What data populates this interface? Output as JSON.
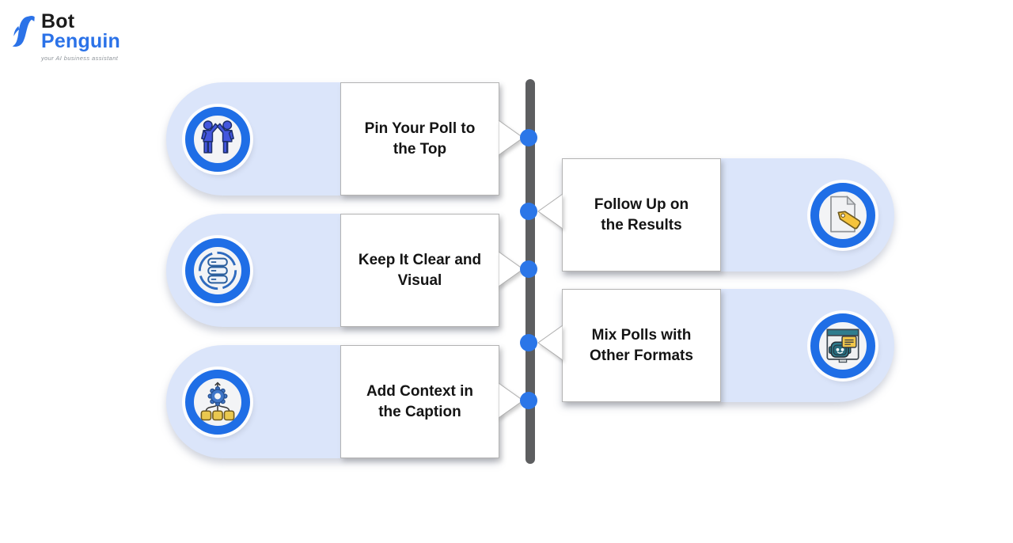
{
  "logo": {
    "bot": "Bot",
    "penguin": "Penguin",
    "tagline": "your AI business assistant",
    "icon": "penguin-icon"
  },
  "colors": {
    "accent_blue": "#1f6ee6",
    "dot_blue": "#2b76e8",
    "pill_blue": "#dbe5fa",
    "timeline_bar_gray": "#5d5e60",
    "logo_blue": "#2b72e8",
    "tag_yellow": "#f0c64a",
    "title_ink": "#141414"
  },
  "timeline": {
    "orientation": "vertical",
    "items": [
      {
        "order": 1,
        "side": "left",
        "title": "Pin Your Poll to\nthe Top",
        "icon": "high-five-people-icon"
      },
      {
        "order": 2,
        "side": "right",
        "title": "Follow Up on\nthe Results",
        "icon": "document-tag-icon"
      },
      {
        "order": 3,
        "side": "left",
        "title": "Keep It Clear and\nVisual",
        "icon": "database-sync-icon"
      },
      {
        "order": 4,
        "side": "right",
        "title": "Mix Polls with\nOther Formats",
        "icon": "chatbot-window-icon"
      },
      {
        "order": 5,
        "side": "left",
        "title": "Add Context in\nthe Caption",
        "icon": "gear-workflow-icon"
      }
    ]
  }
}
